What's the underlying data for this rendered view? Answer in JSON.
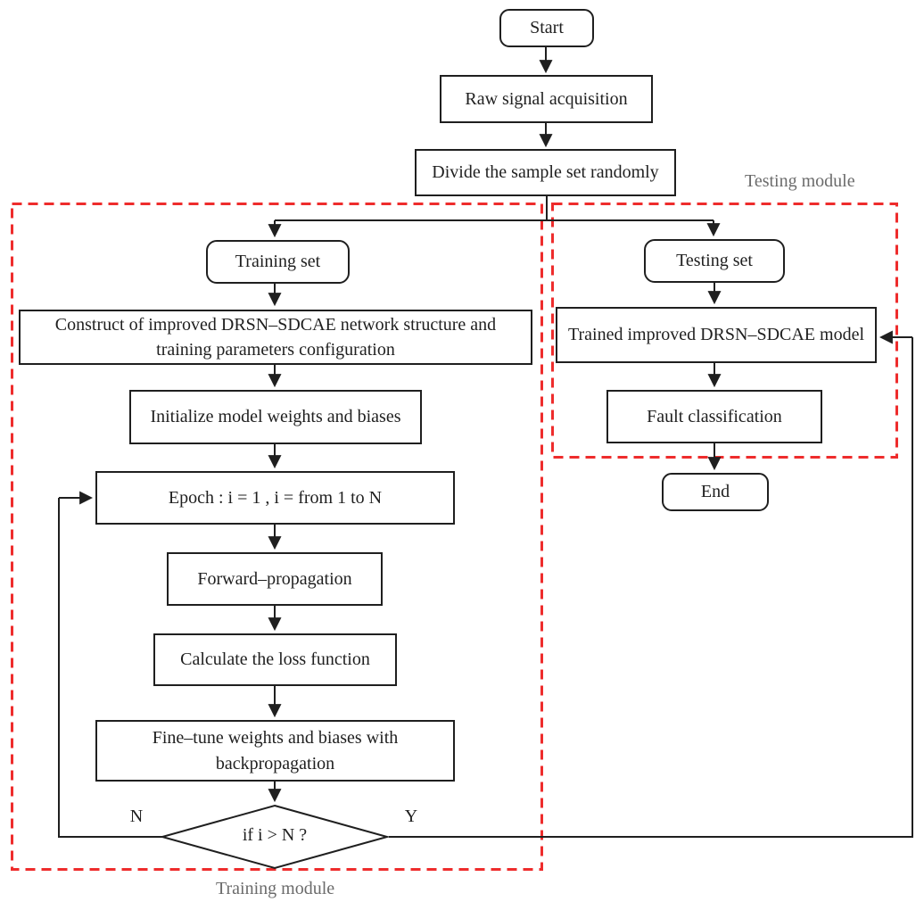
{
  "nodes": {
    "start": "Start",
    "raw_signal": "Raw signal acquisition",
    "divide": "Divide the sample set randomly",
    "training_set": "Training set",
    "construct": "Construct of improved DRSN–SDCAE network structure and training parameters configuration",
    "initialize": "Initialize model weights and biases",
    "epoch": "Epoch : i = 1 , i = from 1 to N",
    "forward": "Forward–propagation",
    "loss": "Calculate the loss function",
    "finetune": "Fine–tune weights and biases with backpropagation",
    "decision": "if i > N ?",
    "testing_set": "Testing set",
    "trained_model": "Trained improved DRSN–SDCAE model",
    "fault": "Fault classification",
    "end": "End"
  },
  "labels": {
    "decision_no": "N",
    "decision_yes": "Y",
    "training_module": "Training module",
    "testing_module": "Testing module"
  },
  "colors": {
    "module_border": "#ee2c2c",
    "line": "#1f1f1f",
    "module_label": "#6b6b6b",
    "background": "#ffffff"
  }
}
